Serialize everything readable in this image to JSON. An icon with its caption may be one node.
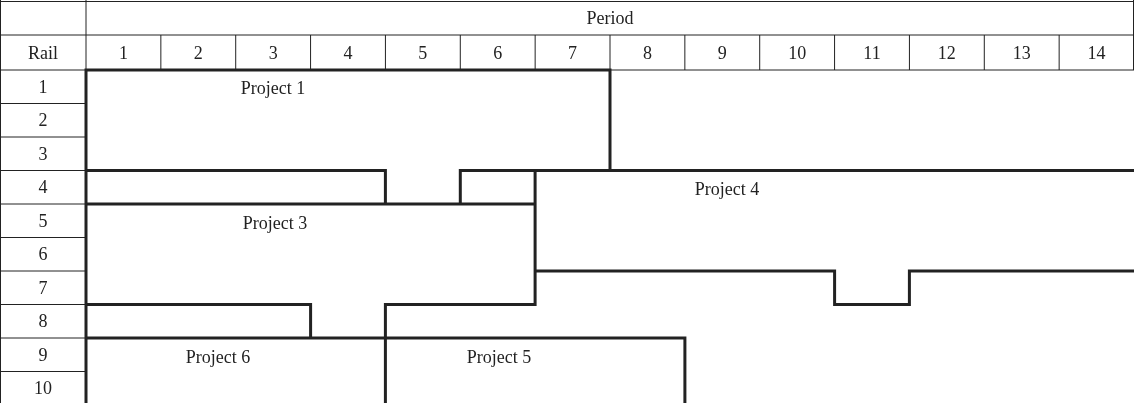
{
  "diagram": {
    "labels": [
      "Period",
      "Rail",
      "1",
      "2",
      "3",
      "4",
      "5",
      "6",
      "7",
      "8",
      "9",
      "10",
      "11",
      "12",
      "13",
      "14",
      "1",
      "Project 1",
      "2",
      "3",
      "4",
      "Project 4",
      "5",
      "Project 3",
      "6",
      "7",
      "8",
      "9",
      "Project 6",
      "Project 5",
      "10"
    ]
  }
}
